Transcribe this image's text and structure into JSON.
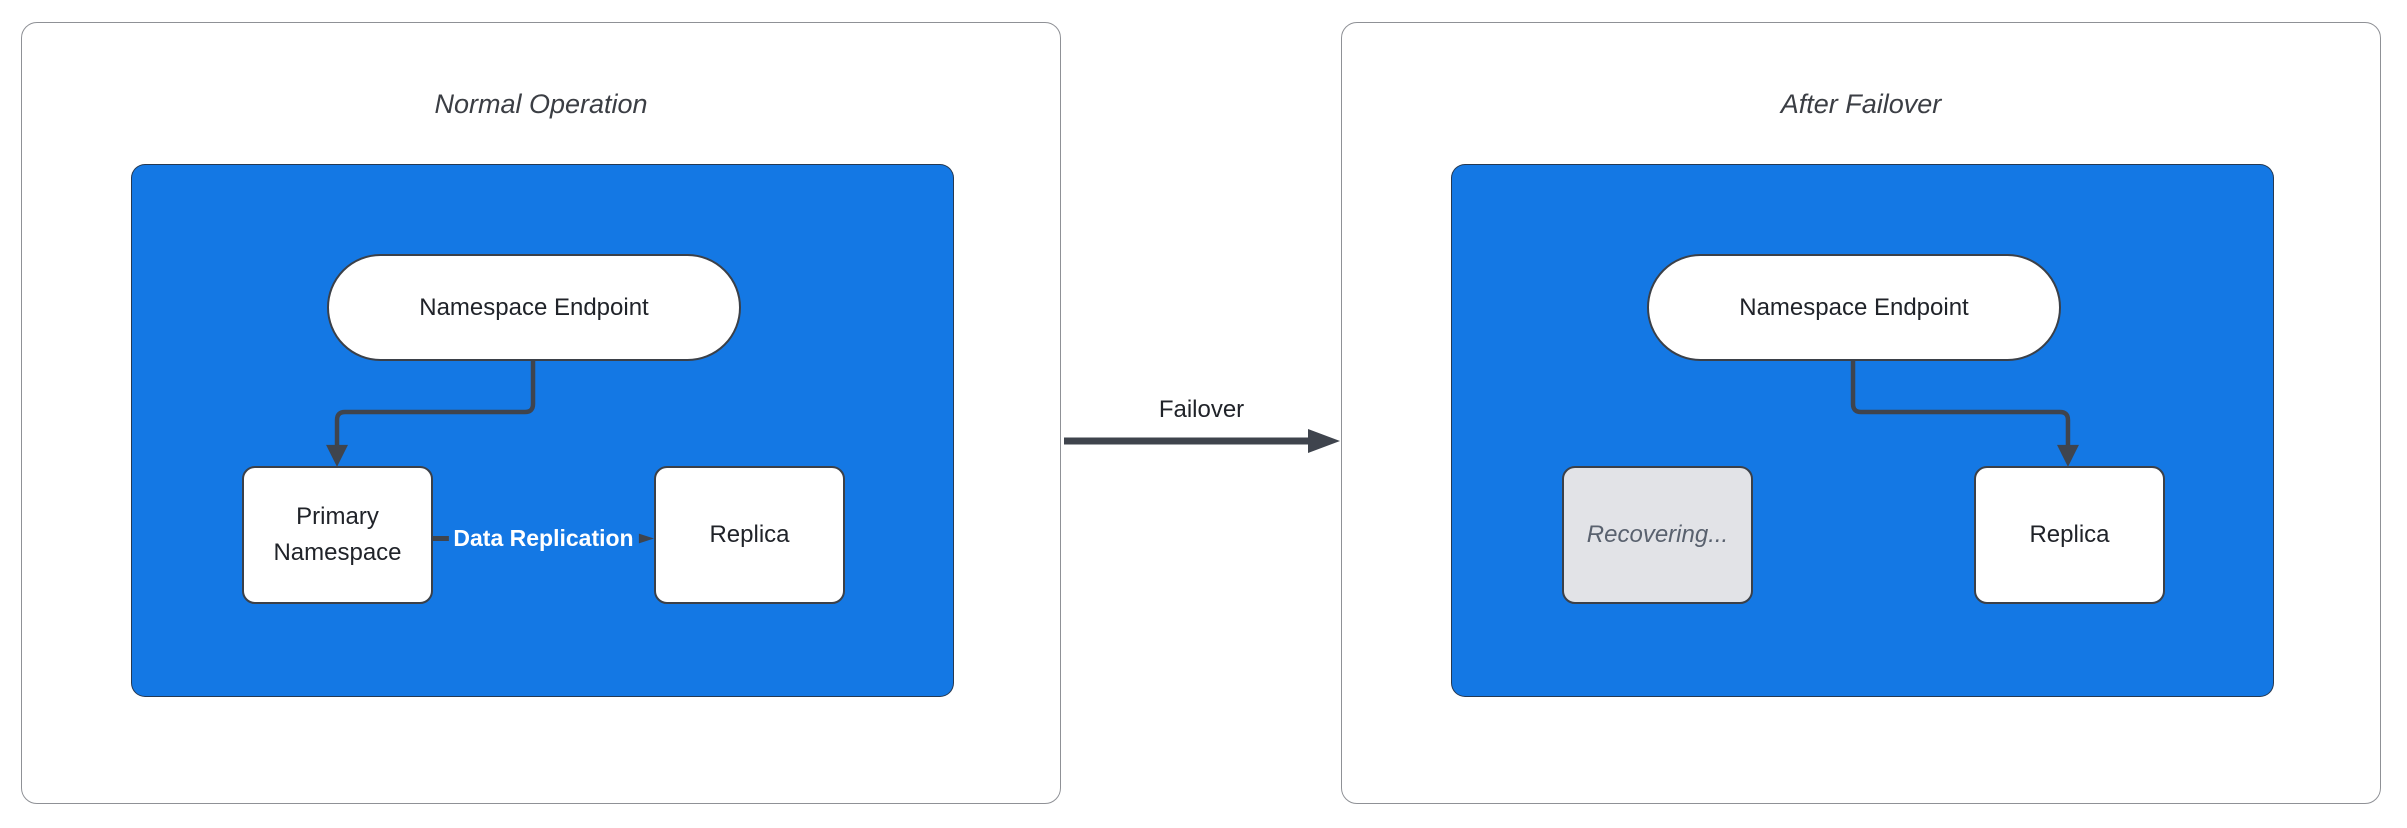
{
  "diagram": {
    "transition_label": "Failover",
    "panels": [
      {
        "title": "Normal Operation",
        "endpoint_label": "Namespace Endpoint",
        "left_node_label": "Primary Namespace",
        "right_node_label": "Replica",
        "edge_label": "Data Replication"
      },
      {
        "title": "After Failover",
        "endpoint_label": "Namespace Endpoint",
        "left_node_label": "Recovering...",
        "right_node_label": "Replica"
      }
    ],
    "colors": {
      "group_fill": "#1478e4",
      "connector": "#3f444d",
      "node_border": "#3b4048",
      "node_text": "#202329",
      "title_text": "#3b3e44",
      "panel_border": "#8f9196",
      "recovering_fill": "#e2e3e7",
      "recovering_text": "#59616e",
      "edge_label_text": "#ffffff"
    }
  }
}
